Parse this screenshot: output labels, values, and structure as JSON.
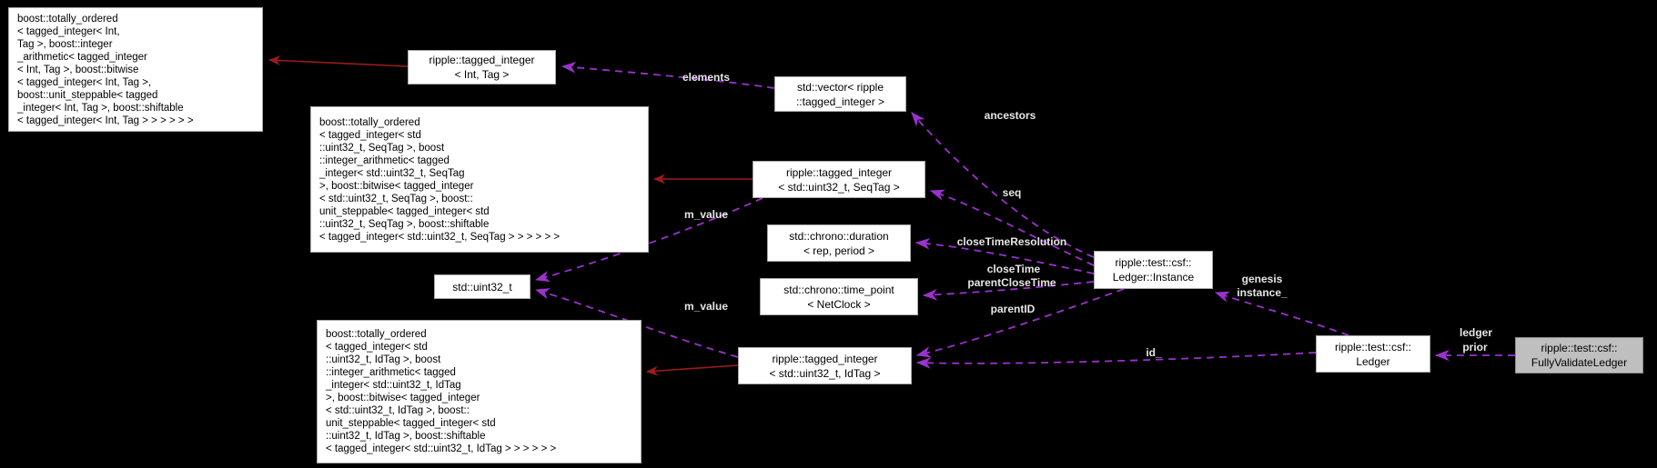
{
  "diagram": {
    "kind": "collaboration-graph",
    "focus_class": "ripple::test::csf::FullyValidateLedger"
  },
  "colors": {
    "background": "#000000",
    "node_fill": "#ffffff",
    "node_border": "#a9a9a9",
    "node_text": "#000000",
    "highlight_node_fill": "#bfbfbf",
    "inheritance_edge": "#9d1b1b",
    "usage_edge": "#9a32cd",
    "edge_label_text": "#e6e6e6"
  },
  "nodes": {
    "boost_int": {
      "label": "boost::totally_ordered\n< tagged_integer< Int,\nTag >, boost::integer\n_arithmetic< tagged_integer\n< Int, Tag >, boost::bitwise\n< tagged_integer< Int, Tag >,\nboost::unit_steppable< tagged\n_integer< Int, Tag >, boost::shiftable\n< tagged_integer< Int, Tag > > > > > >"
    },
    "tagged_integer_int": {
      "label": "ripple::tagged_integer\n< Int, Tag >"
    },
    "vector": {
      "label": "std::vector< ripple\n::tagged_integer >"
    },
    "boost_seq": {
      "label": "boost::totally_ordered\n< tagged_integer< std\n::uint32_t, SeqTag >, boost\n::integer_arithmetic< tagged\n_integer< std::uint32_t, SeqTag\n>, boost::bitwise< tagged_integer\n< std::uint32_t, SeqTag >, boost::\nunit_steppable< tagged_integer< std\n::uint32_t, SeqTag >, boost::shiftable\n< tagged_integer< std::uint32_t, SeqTag > > > > > >"
    },
    "tagged_integer_seq": {
      "label": "ripple::tagged_integer\n< std::uint32_t, SeqTag >"
    },
    "duration": {
      "label": "std::chrono::duration\n< rep, period >"
    },
    "uint32": {
      "label": "std::uint32_t"
    },
    "time_point": {
      "label": "std::chrono::time_point\n< NetClock >"
    },
    "boost_id": {
      "label": "boost::totally_ordered\n< tagged_integer< std\n::uint32_t, IdTag >, boost\n::integer_arithmetic< tagged\n_integer< std::uint32_t, IdTag\n>, boost::bitwise< tagged_integer\n< std::uint32_t, IdTag >, boost::\nunit_steppable< tagged_integer< std\n::uint32_t, IdTag >, boost::shiftable\n< tagged_integer< std::uint32_t, IdTag > > > > > >"
    },
    "tagged_integer_id": {
      "label": "ripple::tagged_integer\n< std::uint32_t, IdTag >"
    },
    "ledger_instance": {
      "label": "ripple::test::csf::\nLedger::Instance"
    },
    "ledger": {
      "label": "ripple::test::csf::\nLedger"
    },
    "fully_validate_ledger": {
      "label": "ripple::test::csf::\nFullyValidateLedger"
    }
  },
  "edge_labels": {
    "elements": "elements",
    "ancestors": "ancestors",
    "seq": "seq",
    "m_value": "m_value",
    "closeTimeResolution": "closeTimeResolution",
    "closeTime": "closeTime",
    "parentCloseTime": "parentCloseTime",
    "parentID": "parentID",
    "id": "id_",
    "genesis": "genesis",
    "instance": "instance_",
    "ledger": "ledger",
    "prior": "prior"
  }
}
